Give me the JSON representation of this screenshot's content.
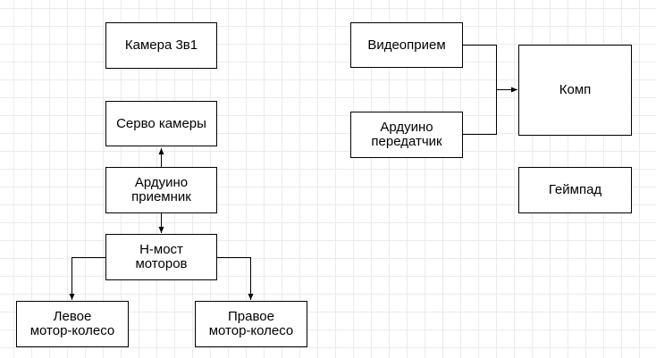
{
  "diagram": {
    "nodes": {
      "camera": "Камера 3в1",
      "servo": "Серво камеры",
      "arduino_rx": "Ардуино\nприемник",
      "hbridge": "H-мост\nмоторов",
      "left_wheel": "Левое\nмотор-колесо",
      "right_wheel": "Правое\nмотор-колесо",
      "video_rx": "Видеоприем",
      "arduino_tx": "Ардуино\nпередатчик",
      "computer": "Комп",
      "gamepad": "Геймпад"
    },
    "colors": {
      "stroke": "#000000",
      "grid": "#ebebeb",
      "background": "#ffffff"
    }
  }
}
